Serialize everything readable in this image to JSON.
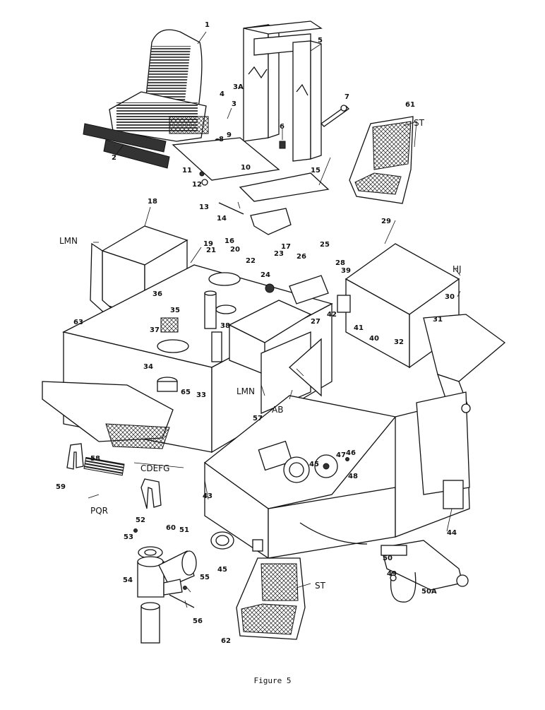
{
  "figure": {
    "caption": "Figure 5"
  },
  "callouts": [
    "1",
    "2",
    "3",
    "3A",
    "4",
    "5",
    "6",
    "7",
    "8",
    "9",
    "10",
    "11",
    "12",
    "13",
    "14",
    "15",
    "16",
    "17",
    "18",
    "19",
    "20",
    "21",
    "22",
    "23",
    "24",
    "25",
    "26",
    "27",
    "28",
    "29",
    "30",
    "31",
    "32",
    "33",
    "34",
    "35",
    "36",
    "37",
    "38",
    "39",
    "40",
    "41",
    "42",
    "43",
    "44",
    "45",
    "45",
    "46",
    "47",
    "48",
    "49",
    "50",
    "50A",
    "51",
    "52",
    "53",
    "54",
    "55",
    "56",
    "57",
    "58",
    "59",
    "60",
    "61",
    "62",
    "63",
    "65"
  ],
  "group_labels": [
    "LMN",
    "LMN",
    "HJ",
    "AB",
    "CDEFG",
    "PQR",
    "ST",
    "ST"
  ]
}
